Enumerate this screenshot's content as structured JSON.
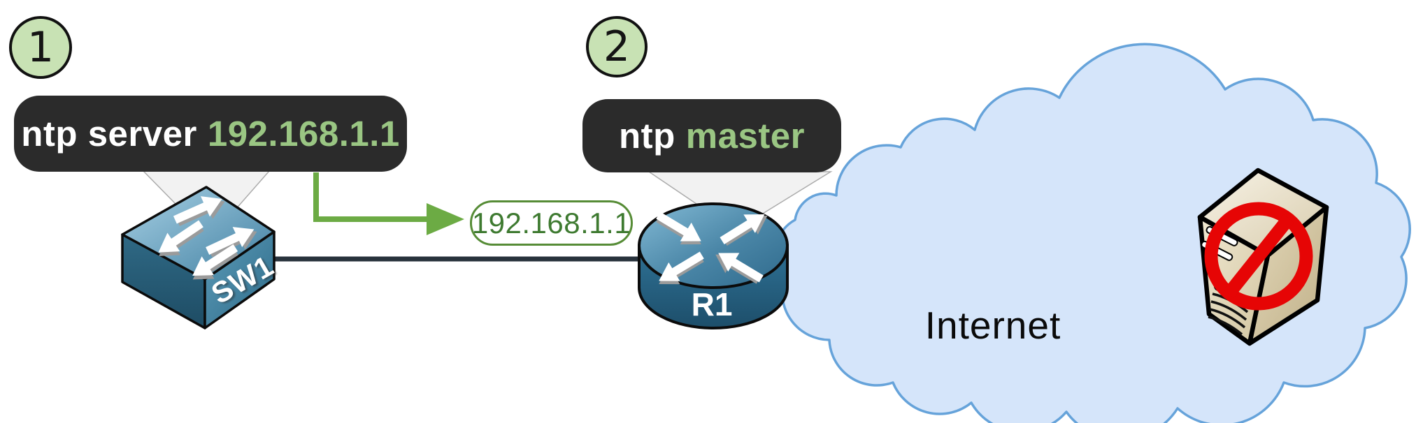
{
  "steps": [
    {
      "number": "1"
    },
    {
      "number": "2"
    }
  ],
  "commands": [
    {
      "text": "ntp server",
      "highlight": "192.168.1.1"
    },
    {
      "text": "ntp",
      "highlight": "master"
    }
  ],
  "devices": [
    {
      "id": "SW1",
      "kind": "switch"
    },
    {
      "id": "R1",
      "kind": "router"
    }
  ],
  "link_label": "192.168.1.1",
  "cloud_label": "Internet",
  "icons": {
    "switch": "switch-icon",
    "router": "router-icon",
    "cloud": "internet-cloud-icon",
    "server": "server-tower-icon",
    "prohibited": "prohibited-sign-icon",
    "arrow": "green-elbow-arrow-icon"
  },
  "colors": {
    "command_bg": "#2B2B2B",
    "command_text": "#FFFFFF",
    "command_highlight": "#9AC683",
    "step_circle_fill": "#C8E2B4",
    "arrow_green": "#6CAB44",
    "ip_label_border": "#568C36",
    "ip_label_text": "#3E7A30",
    "link_line": "#28323C",
    "cloud_fill": "#D5E5FA",
    "cloud_border": "#66A3DA",
    "prohibited_red": "#E60505"
  }
}
